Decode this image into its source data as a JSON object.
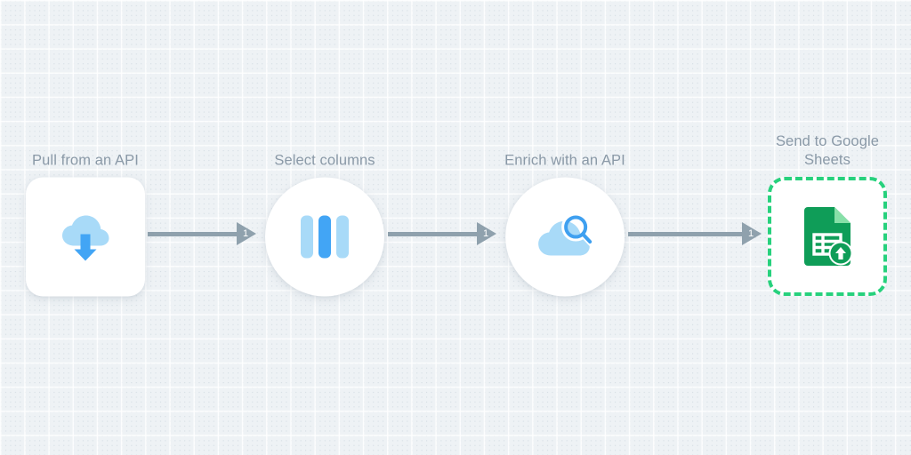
{
  "canvas": {
    "background_color": "#eef2f5",
    "grid_line_color": "#ffffff",
    "grid_dot_color": "#b0c0ca"
  },
  "palette": {
    "label_text": "#8a99a7",
    "connector": "#8fa1ad",
    "cloud_light_blue": "#a8daf8",
    "accent_blue": "#42a5f5",
    "sheets_green": "#0f9d58",
    "sheets_fold_green": "#87e0a8",
    "dashed_border_green": "#27d17d",
    "node_surface": "#ffffff"
  },
  "workflow": {
    "nodes": [
      {
        "id": "pull-from-api",
        "label": "Pull from an API",
        "shape": "square",
        "icon": "cloud-download-icon",
        "selected": false
      },
      {
        "id": "select-columns",
        "label": "Select columns",
        "shape": "circle",
        "icon": "columns-icon",
        "selected": false
      },
      {
        "id": "enrich-with-api",
        "label": "Enrich with an API",
        "shape": "circle",
        "icon": "cloud-search-icon",
        "selected": false
      },
      {
        "id": "send-to-google-sheets",
        "label": "Send to Google\nSheets",
        "shape": "dashed-square",
        "icon": "google-sheets-upload-icon",
        "selected": true
      }
    ],
    "connectors": [
      {
        "id": "conn-1",
        "from": "pull-from-api",
        "to": "select-columns",
        "badge": "1"
      },
      {
        "id": "conn-2",
        "from": "select-columns",
        "to": "enrich-with-api",
        "badge": "1"
      },
      {
        "id": "conn-3",
        "from": "enrich-with-api",
        "to": "send-to-google-sheets",
        "badge": "1"
      }
    ]
  }
}
